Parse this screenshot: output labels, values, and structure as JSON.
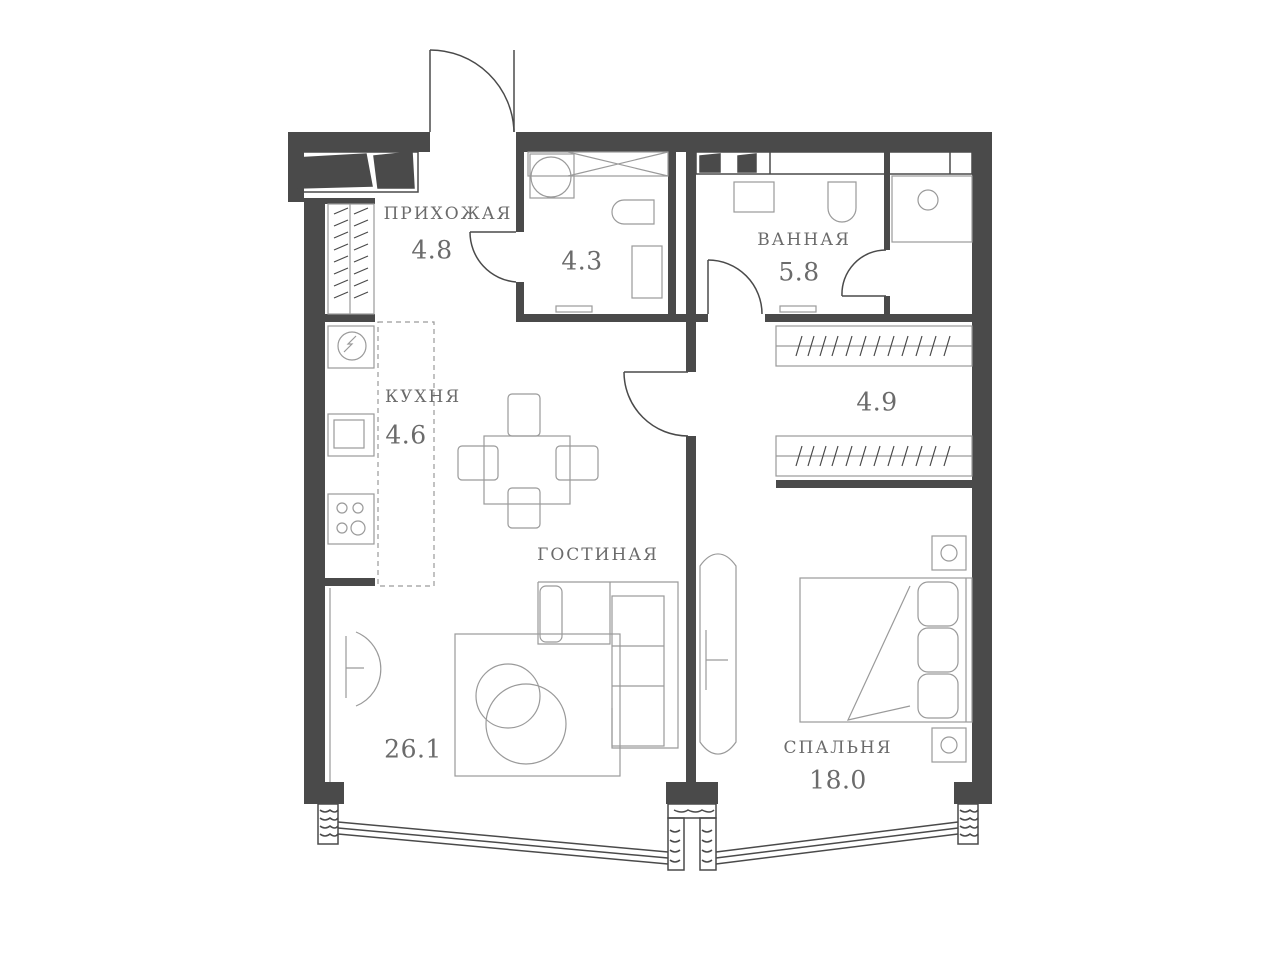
{
  "colors": {
    "wall": "#4a4a4a",
    "fixture": "#9a9a9a",
    "text": "#6b6b6b",
    "background": "#ffffff"
  },
  "rooms": {
    "hallway": {
      "name": "ПРИХОЖАЯ",
      "area": "4.8"
    },
    "wc": {
      "name": "",
      "area": "4.3"
    },
    "bathroom": {
      "name": "ВАННАЯ",
      "area": "5.8"
    },
    "wardrobe": {
      "name": "",
      "area": "4.9"
    },
    "kitchen": {
      "name": "КУХНЯ",
      "area": "4.6"
    },
    "living": {
      "name": "ГОСТИНАЯ",
      "area": "26.1"
    },
    "bedroom": {
      "name": "СПАЛЬНЯ",
      "area": "18.0"
    }
  }
}
